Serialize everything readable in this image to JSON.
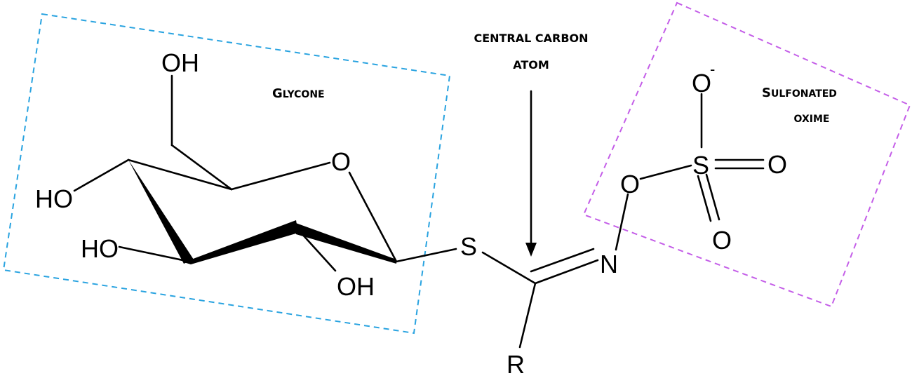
{
  "atoms": {
    "oh_top": "OH",
    "ring_o": "O",
    "ho_left": "HO",
    "ho_lower": "HO",
    "oh_bottom": "OH",
    "s_thio": "S",
    "n_oxime": "N",
    "o_oxime": "O",
    "s_sulfonate": "S",
    "o_top": "O",
    "o_top_charge": "-",
    "o_right": "O",
    "o_bottom": "O",
    "r_group": "R"
  },
  "labels": {
    "glycone_initial": "G",
    "glycone_rest": "LYCONE",
    "central_line1": "CENTRAL CARBON",
    "central_line2": "ATOM",
    "sulfonated_initial": "S",
    "sulfonated_rest": "ULFONATED",
    "oxime": "OXIME"
  },
  "colors": {
    "glycone_box": "#29a3e0",
    "sulfonate_box": "#c45ee8",
    "structure": "#000000"
  }
}
